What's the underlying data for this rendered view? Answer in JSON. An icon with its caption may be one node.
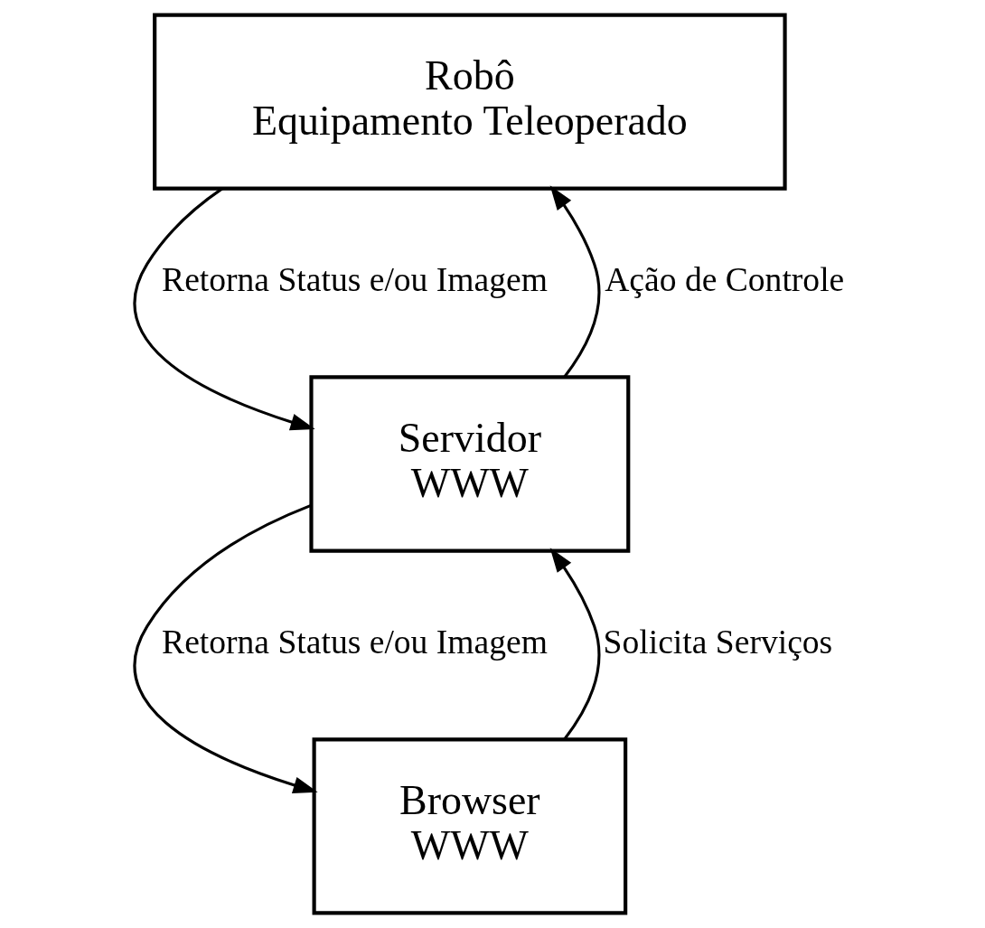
{
  "diagram": {
    "nodes": [
      {
        "text": [
          "Robô",
          "Equipamento Teleoperado"
        ]
      },
      {
        "text": [
          "Servidor",
          "WWW"
        ]
      },
      {
        "text": [
          "Browser",
          "WWW"
        ]
      }
    ],
    "edges": [
      {
        "from": 0,
        "to": 1,
        "arrow": "to",
        "label": "Retorna Status e/ou Imagem"
      },
      {
        "from": 1,
        "to": 0,
        "arrow": "to",
        "label": "Ação de Controle"
      },
      {
        "from": 1,
        "to": 2,
        "arrow": "to",
        "label": "Retorna Status e/ou Imagem"
      },
      {
        "from": 2,
        "to": 1,
        "arrow": "to",
        "label": "Solicita Serviços"
      }
    ]
  }
}
